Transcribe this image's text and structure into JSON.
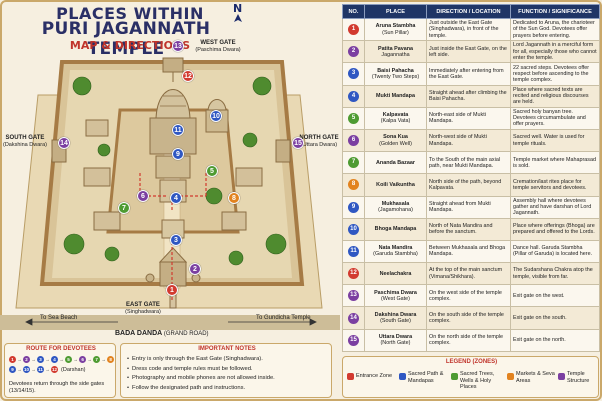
{
  "title": {
    "line1": "PLACES WITHIN",
    "line2": "PURI JAGANNATH TEMPLE",
    "line3": "MAP & DIRECTIONS"
  },
  "compass": {
    "label": "N"
  },
  "gates": {
    "west": {
      "name": "WEST GATE",
      "sub": "(Paschima Dwara)"
    },
    "south": {
      "name": "SOUTH GATE",
      "sub": "(Dakshina Dwara)"
    },
    "north": {
      "name": "NORTH GATE",
      "sub": "(Uttara Dwara)"
    },
    "east": {
      "name": "EAST GATE",
      "sub": "(Singhadwara)"
    }
  },
  "roads": {
    "sea": "To Sea Beach",
    "gundicha": "To Gundicha Temple",
    "bada_danda": "BADA DANDA",
    "bada_danda_sub": "(GRAND ROAD)"
  },
  "colors": {
    "entrance": "#d23a2f",
    "sacred_path": "#2f57c2",
    "sacred_trees": "#4e9b32",
    "markets": "#e2831f",
    "structure": "#7b3fa1",
    "header": "#1f3566",
    "title": "#2a2f66",
    "accent": "#c0342b"
  },
  "route": {
    "title": "ROUTE FOR DEVOTEES",
    "row1": [
      "1",
      "2",
      "3",
      "4",
      "5",
      "6",
      "7",
      "8"
    ],
    "row2": [
      "9",
      "10",
      "11",
      "12"
    ],
    "row2_suffix": "(Darshan)",
    "note": "Devotees return through the side gates (13/14/15)."
  },
  "notes": {
    "title": "IMPORTANT NOTES",
    "items": [
      "Entry is only through the East Gate (Singhadwara).",
      "Dress code and temple rules must be followed.",
      "Photography and mobile phones are not allowed inside.",
      "Follow the designated path and instructions."
    ]
  },
  "table": {
    "headers": [
      "NO.",
      "PLACE",
      "DIRECTION / LOCATION",
      "FUNCTION / SIGNIFICANCE"
    ],
    "rows": [
      {
        "no": "1",
        "color": "#d23a2f",
        "place": "Aruna Stambha",
        "place2": "(Sun Pillar)",
        "direction": "Just outside the East Gate (Singhadwara), in front of the temple.",
        "function": "Dedicated to Aruna, the charioteer of the Sun God. Devotees offer prayers before entering."
      },
      {
        "no": "2",
        "color": "#7b3fa1",
        "place": "Patita Pavana",
        "place2": "Jagannatha",
        "direction": "Just inside the East Gate, on the left side.",
        "function": "Lord Jagannath in a merciful form for all, especially those who cannot enter the temple."
      },
      {
        "no": "3",
        "color": "#2f57c2",
        "place": "Baisi Pahacha",
        "place2": "(Twenty Two Steps)",
        "direction": "Immediately after entering from the East Gate.",
        "function": "22 sacred steps. Devotees offer respect before ascending to the temple complex."
      },
      {
        "no": "4",
        "color": "#2f57c2",
        "place": "Mukti Mandapa",
        "place2": "",
        "direction": "Straight ahead after climbing the Baisi Pahacha.",
        "function": "Place where sacred texts are recited and religious discourses are held."
      },
      {
        "no": "5",
        "color": "#4e9b32",
        "place": "Kalpavata",
        "place2": "(Kalpa Vata)",
        "direction": "North-east side of Mukti Mandapa.",
        "function": "Sacred holy banyan tree. Devotees circumambulate and offer prayers."
      },
      {
        "no": "6",
        "color": "#7b3fa1",
        "place": "Sona Kua",
        "place2": "(Golden Well)",
        "direction": "North-west side of Mukti Mandapa.",
        "function": "Sacred well. Water is used for temple rituals."
      },
      {
        "no": "7",
        "color": "#4e9b32",
        "place": "Ananda Bazaar",
        "place2": "",
        "direction": "To the South of the main axial path, near Mukti Mandapa.",
        "function": "Temple market where Mahaprasad is sold."
      },
      {
        "no": "8",
        "color": "#e2831f",
        "place": "Koili Vaikuntha",
        "place2": "",
        "direction": "North side of the path, beyond Kalpavata.",
        "function": "Cremation/last rites place for temple servitors and devotees."
      },
      {
        "no": "9",
        "color": "#2f57c2",
        "place": "Mukhasala",
        "place2": "(Jagamohana)",
        "direction": "Straight ahead from Mukti Mandapa.",
        "function": "Assembly hall where devotees gather and have darshan of Lord Jagannath."
      },
      {
        "no": "10",
        "color": "#2f57c2",
        "place": "Bhoga Mandapa",
        "place2": "",
        "direction": "North of Nata Mandira and before the sanctum.",
        "function": "Place where offerings (Bhoga) are prepared and offered to the Lords."
      },
      {
        "no": "11",
        "color": "#2f57c2",
        "place": "Nata Mandira",
        "place2": "(Garuda Stambha)",
        "direction": "Between Mukhasala and Bhoga Mandapa.",
        "function": "Dance hall. Garuda Stambha (Pillar of Garuda) is located here."
      },
      {
        "no": "12",
        "color": "#d23a2f",
        "place": "Neelachakra",
        "place2": "",
        "direction": "At the top of the main sanctum (Vimana/Shikhara).",
        "function": "The Sudarshana Chakra atop the temple, visible from far."
      },
      {
        "no": "13",
        "color": "#7b3fa1",
        "place": "Paschima Dwara",
        "place2": "(West Gate)",
        "direction": "On the west side of the temple complex.",
        "function": "Exit gate on the west."
      },
      {
        "no": "14",
        "color": "#7b3fa1",
        "place": "Dakshina Dwara",
        "place2": "(South Gate)",
        "direction": "On the south side of the temple complex.",
        "function": "Exit gate on the south."
      },
      {
        "no": "15",
        "color": "#7b3fa1",
        "place": "Uttara Dwara",
        "place2": "(North Gate)",
        "direction": "On the north side of the temple complex.",
        "function": "Exit gate on the north."
      }
    ]
  },
  "legend": {
    "title": "LEGEND (ZONES)",
    "items": [
      {
        "label": "Entrance Zone",
        "color": "#d23a2f"
      },
      {
        "label": "Sacred Path & Mandapas",
        "color": "#2f57c2"
      },
      {
        "label": "Sacred Trees, Wells & Holy Places",
        "color": "#4e9b32"
      },
      {
        "label": "Markets & Seva Areas",
        "color": "#e2831f"
      },
      {
        "label": "Temple Structure",
        "color": "#7b3fa1"
      }
    ]
  }
}
